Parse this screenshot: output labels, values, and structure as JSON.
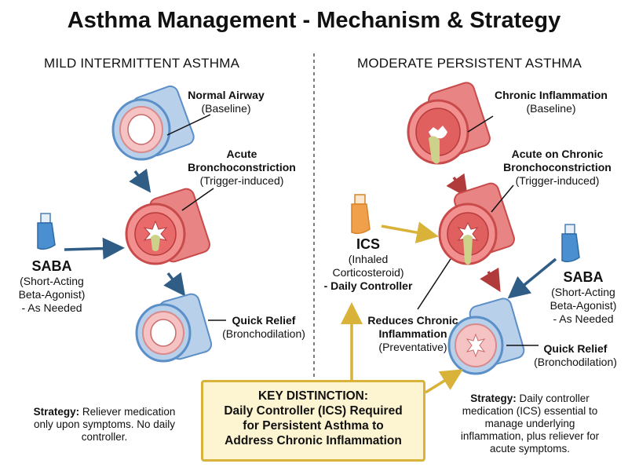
{
  "title": "Asthma Management - Mechanism & Strategy",
  "left": {
    "heading": "MILD INTERMITTENT ASTHMA",
    "normal": {
      "title": "Normal Airway",
      "sub": "(Baseline)"
    },
    "acute": {
      "title1": "Acute",
      "title2": "Bronchoconstriction",
      "sub": "(Trigger-induced)"
    },
    "relief": {
      "title": "Quick Relief",
      "sub": "(Bronchodilation)"
    },
    "saba": {
      "name": "SABA",
      "line1": "(Short-Acting",
      "line2": "Beta-Agonist)",
      "line3": "- As Needed"
    },
    "strategy": {
      "bold": "Strategy:",
      "line1": " Reliever medication",
      "line2": "only upon symptoms. No daily",
      "line3": "controller."
    }
  },
  "right": {
    "heading": "MODERATE PERSISTENT ASTHMA",
    "chronic": {
      "title": "Chronic Inflammation",
      "sub": "(Baseline)"
    },
    "acute": {
      "title1": "Acute on Chronic",
      "title2": "Bronchoconstriction",
      "sub": "(Trigger-induced)"
    },
    "ics": {
      "name": "ICS",
      "line1": "(Inhaled",
      "line2": "Corticosteroid)",
      "line3": "- Daily Controller"
    },
    "saba": {
      "name": "SABA",
      "line1": "(Short-Acting",
      "line2": "Beta-Agonist)",
      "line3": "- As Needed"
    },
    "reduces": {
      "line1": "Reduces Chronic",
      "line2": "Inflammation",
      "sub": "(Preventative)"
    },
    "relief": {
      "title": "Quick Relief",
      "sub": "(Bronchodilation)"
    },
    "strategy": {
      "bold": "Strategy:",
      "line1": " Daily controller",
      "line2": "medication (ICS) essential to",
      "line3": "manage underlying",
      "line4": "inflammation, plus reliever for",
      "line5": "acute symptoms."
    }
  },
  "key": {
    "line1": "KEY DISTINCTION:",
    "line2": "Daily Controller (ICS) Required",
    "line3": "for Persistent Asthma to",
    "line4": "Address Chronic Inflammation"
  },
  "colors": {
    "blue": "#5b8fc7",
    "blueLight": "#b8d0ea",
    "red": "#d94e4e",
    "redLight": "#f0a3a3",
    "arrowBlue": "#2f5d86",
    "arrowRed": "#b13a3a",
    "gold": "#d9b23a",
    "orange": "#e8922e",
    "mucus": "#cdd28a"
  }
}
